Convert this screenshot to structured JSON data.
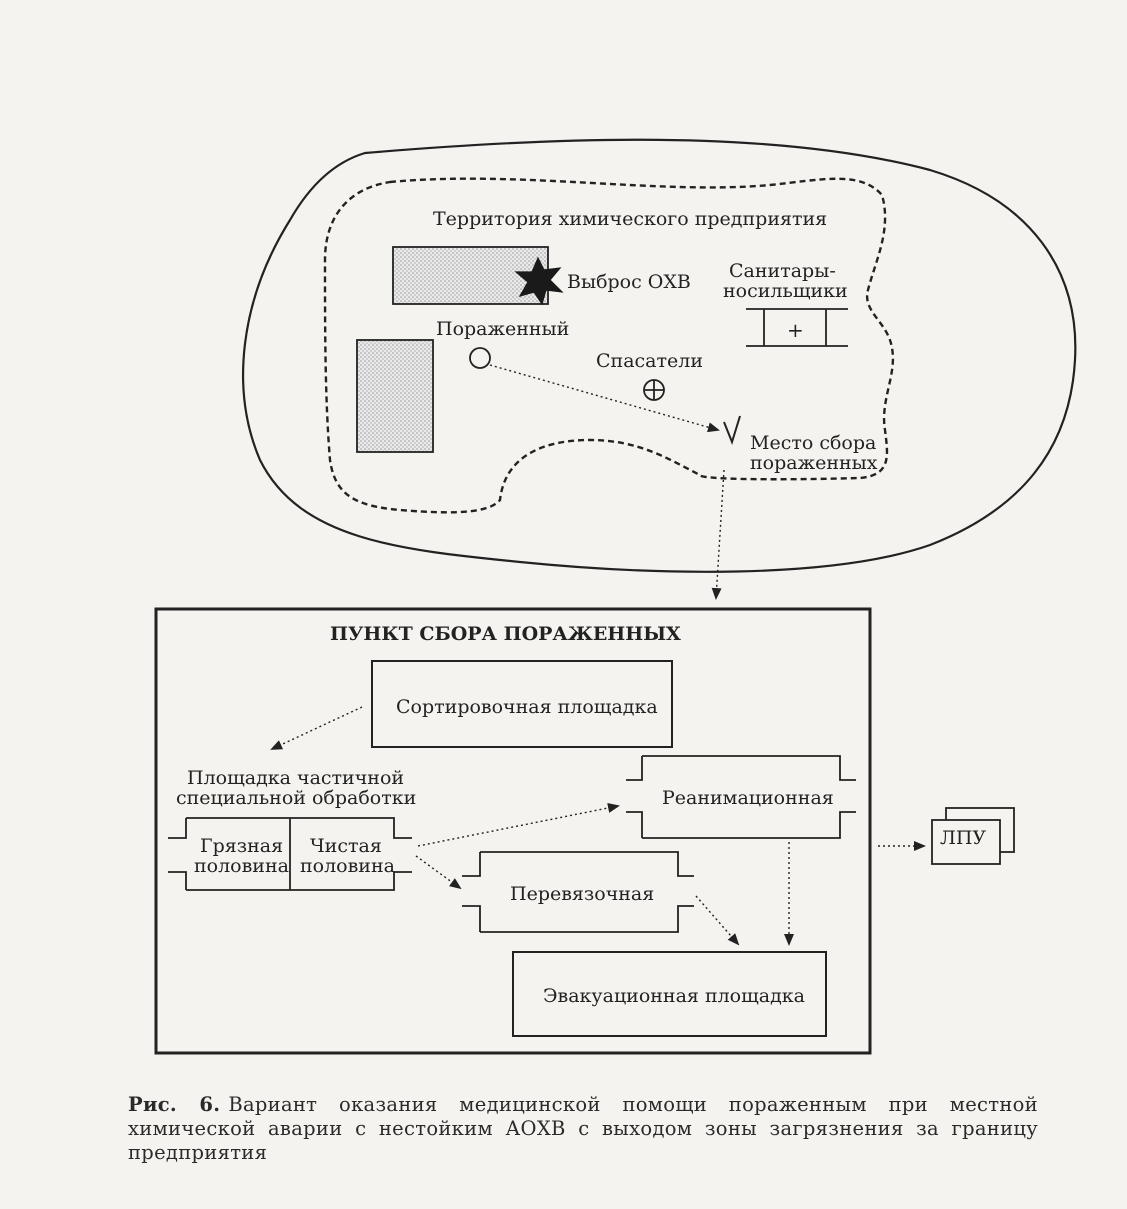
{
  "territory": {
    "title": "Территория химического предприятия",
    "release_label": "Выброс ОХВ",
    "affected_label": "Пораженный",
    "rescuers_label": "Спасатели",
    "orderlies_line1": "Санитары-",
    "orderlies_line2": "носильщики",
    "stretcher_symbol": "+",
    "collection_line1": "Место сбора",
    "collection_line2": "пораженных"
  },
  "point": {
    "title": "ПУНКТ  СБОРА  ПОРАЖЕННЫХ",
    "sorting": "Сортировочная площадка",
    "partial_line1": "Площадка частичной",
    "partial_line2": "специальной обработки",
    "dirty_line1": "Грязная",
    "dirty_line2": "половина",
    "clean_line1": "Чистая",
    "clean_line2": "половина",
    "resuscitation": "Реанимационная",
    "dressing": "Перевязочная",
    "evacuation": "Эвакуационная площадка",
    "lpu": "ЛПУ"
  },
  "caption": {
    "label": "Рис. 6.",
    "text": "Вариант оказания медицинской помощи пораженным при местной химической аварии с нестойким АОХВ с выходом зоны загрязнения за границу предприятия"
  }
}
